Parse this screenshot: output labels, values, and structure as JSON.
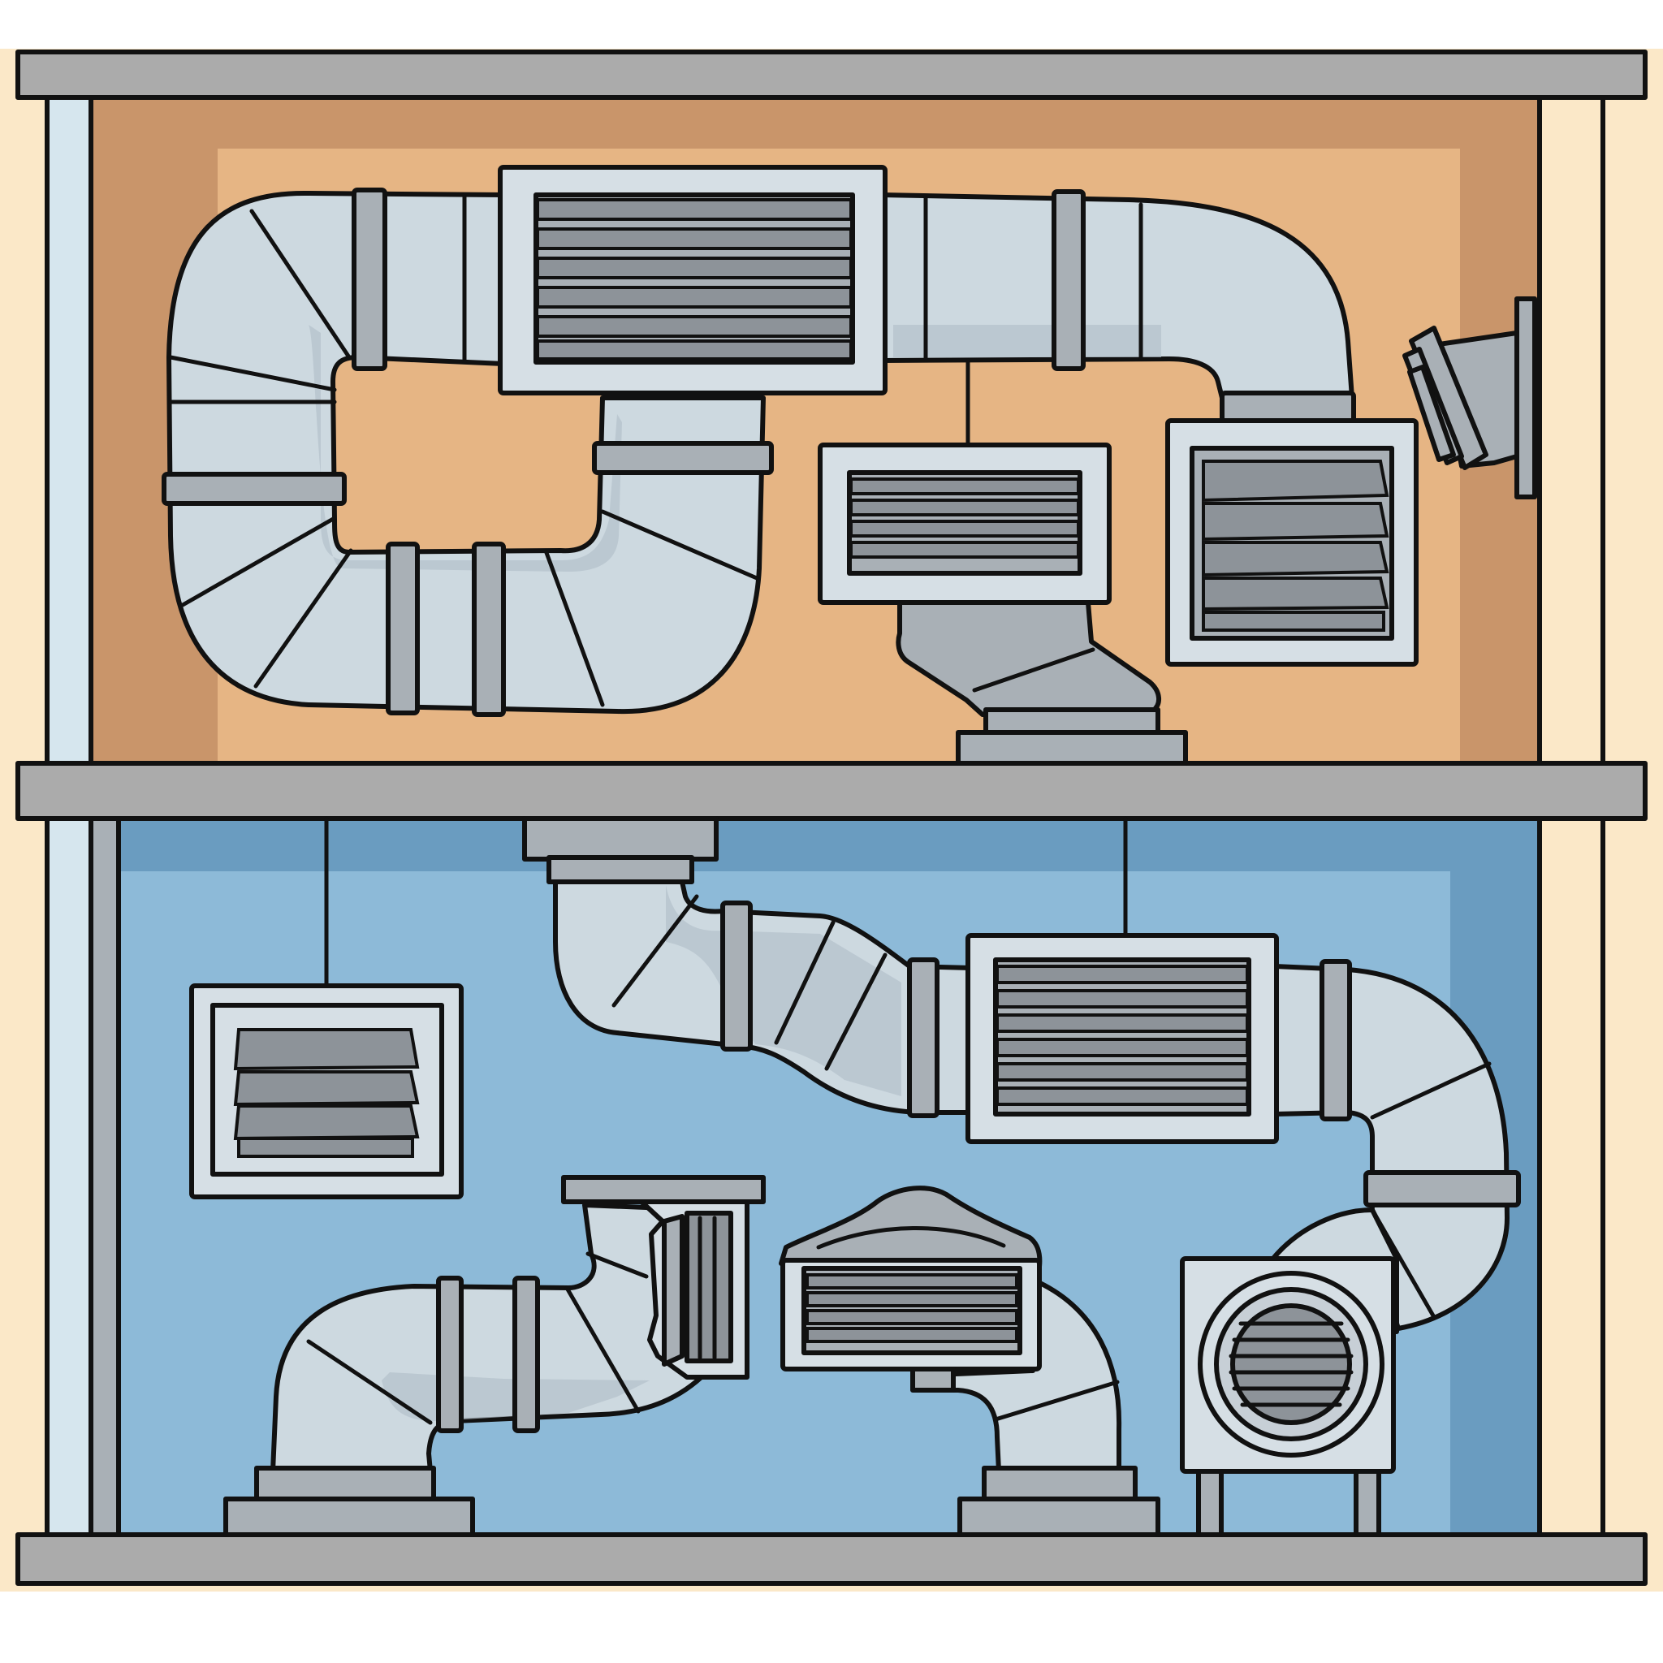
{
  "colors": {
    "outside_wall": "#fbe8c8",
    "upper_room": "#e6b584",
    "upper_room_edge": "#c9956a",
    "lower_room": "#8dbad8",
    "lower_room_edge": "#6a9cc0",
    "slab": "#ababab",
    "duct_light": "#cdd9e0",
    "duct_shadow": "#b4c1ca",
    "metal": "#a9b0b6",
    "outline": "#111111"
  },
  "floors": [
    {
      "id": "upper-floor",
      "theme": "warm"
    },
    {
      "id": "lower-floor",
      "theme": "cool"
    }
  ]
}
